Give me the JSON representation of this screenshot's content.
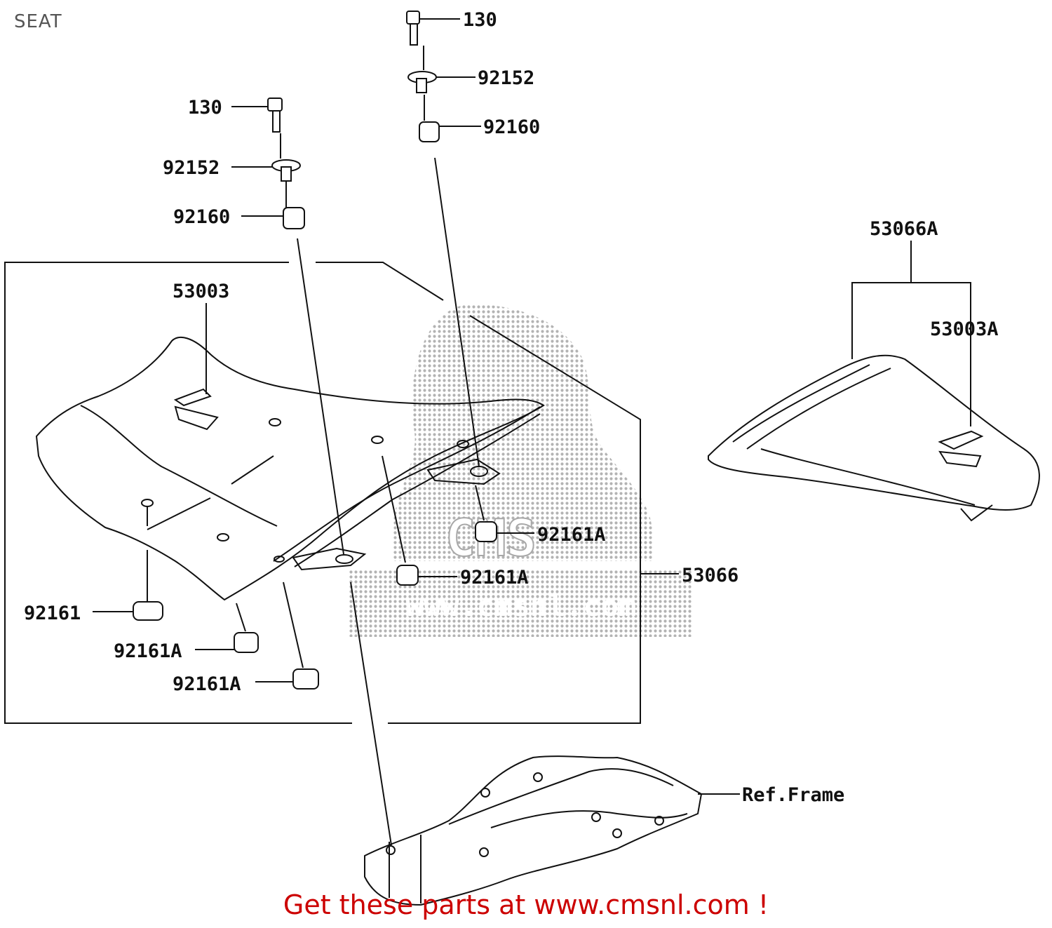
{
  "page": {
    "title": "SEAT"
  },
  "promo": {
    "text": "Get these parts at www.cmsnl.com !"
  },
  "colors": {
    "line": "#111111",
    "promo": "#cc0000",
    "watermark": "#9a9a9a",
    "title": "#555555"
  },
  "watermark": {
    "brand": "CMS",
    "site": "www.cmsnl.com"
  },
  "parts": {
    "bolt_right": "130",
    "washer_right": "92152",
    "grommet_right": "92160",
    "bolt_left": "130",
    "washer_left": "92152",
    "grommet_left": "92160",
    "seat_front_cover": "53003",
    "rear_seat_assembly": "53066A",
    "rear_seat_cover": "53003A",
    "damper_front_left": "92161",
    "damper_a_1": "92161A",
    "damper_a_2": "92161A",
    "damper_a_3": "92161A",
    "damper_a_4": "92161A",
    "front_seat_assembly": "53066",
    "frame_reference": "Ref.Frame"
  }
}
